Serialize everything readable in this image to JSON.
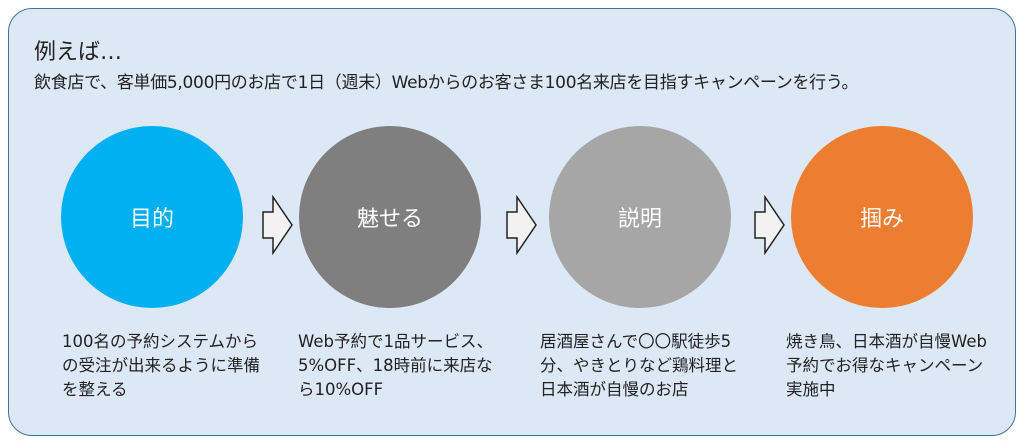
{
  "heading": "例えば…",
  "subtitle": "飲食店で、客単価5,000円のお店で1日（週末）Webからのお客さま100名来店を目指すキャンペーンを行う。",
  "steps": [
    {
      "label": "目的",
      "color": "#00b0f0",
      "desc": "100名の予約システムからの受注が出来るように準備を整える"
    },
    {
      "label": "魅せる",
      "color": "#7f7f7f",
      "desc": "Web予約で1品サービス、5%OFF、18時前に来店なら10%OFF"
    },
    {
      "label": "説明",
      "color": "#a6a6a6",
      "desc": "居酒屋さんで〇〇駅徒歩5分、やきとりなど鶏料理と日本酒が自慢のお店"
    },
    {
      "label": "掴み",
      "color": "#ed7d31",
      "desc": "焼き鳥、日本酒が自慢Web予約でお得なキャンペーン実施中"
    }
  ]
}
